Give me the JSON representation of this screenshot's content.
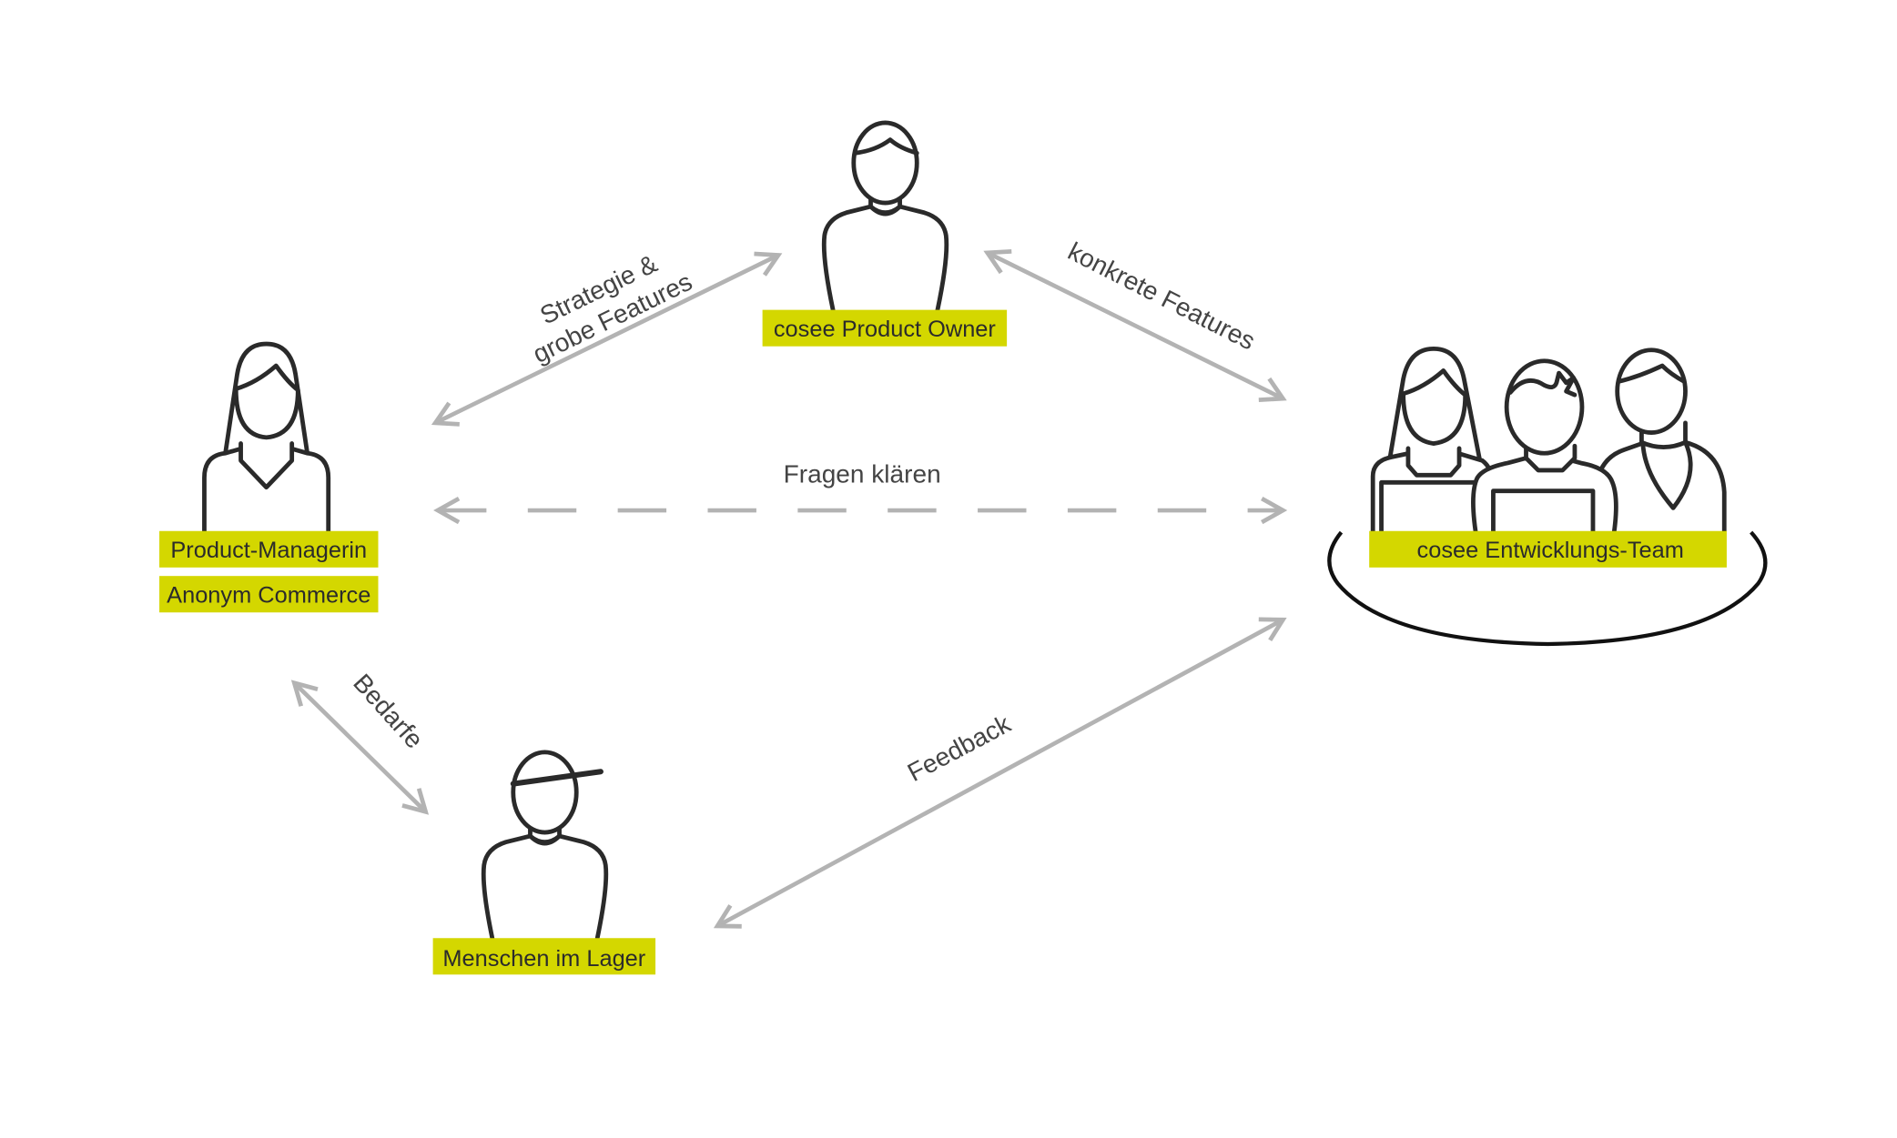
{
  "colors": {
    "highlight": "#d4d700",
    "arrow": "#b3b3b3",
    "figure": "#2a2a2a",
    "text": "#333333"
  },
  "roles": {
    "product_owner": "cosee Product Owner",
    "product_manager": [
      "Product-Managerin",
      "Anonym Commerce"
    ],
    "warehouse": "Menschen im Lager",
    "dev_team": "cosee Entwicklungs-Team"
  },
  "relations": {
    "strategy": [
      "Strategie &",
      "grobe Features"
    ],
    "concrete": "konkrete Features",
    "questions": "Fragen klären",
    "needs": "Bedarfe",
    "feedback": "Feedback"
  }
}
